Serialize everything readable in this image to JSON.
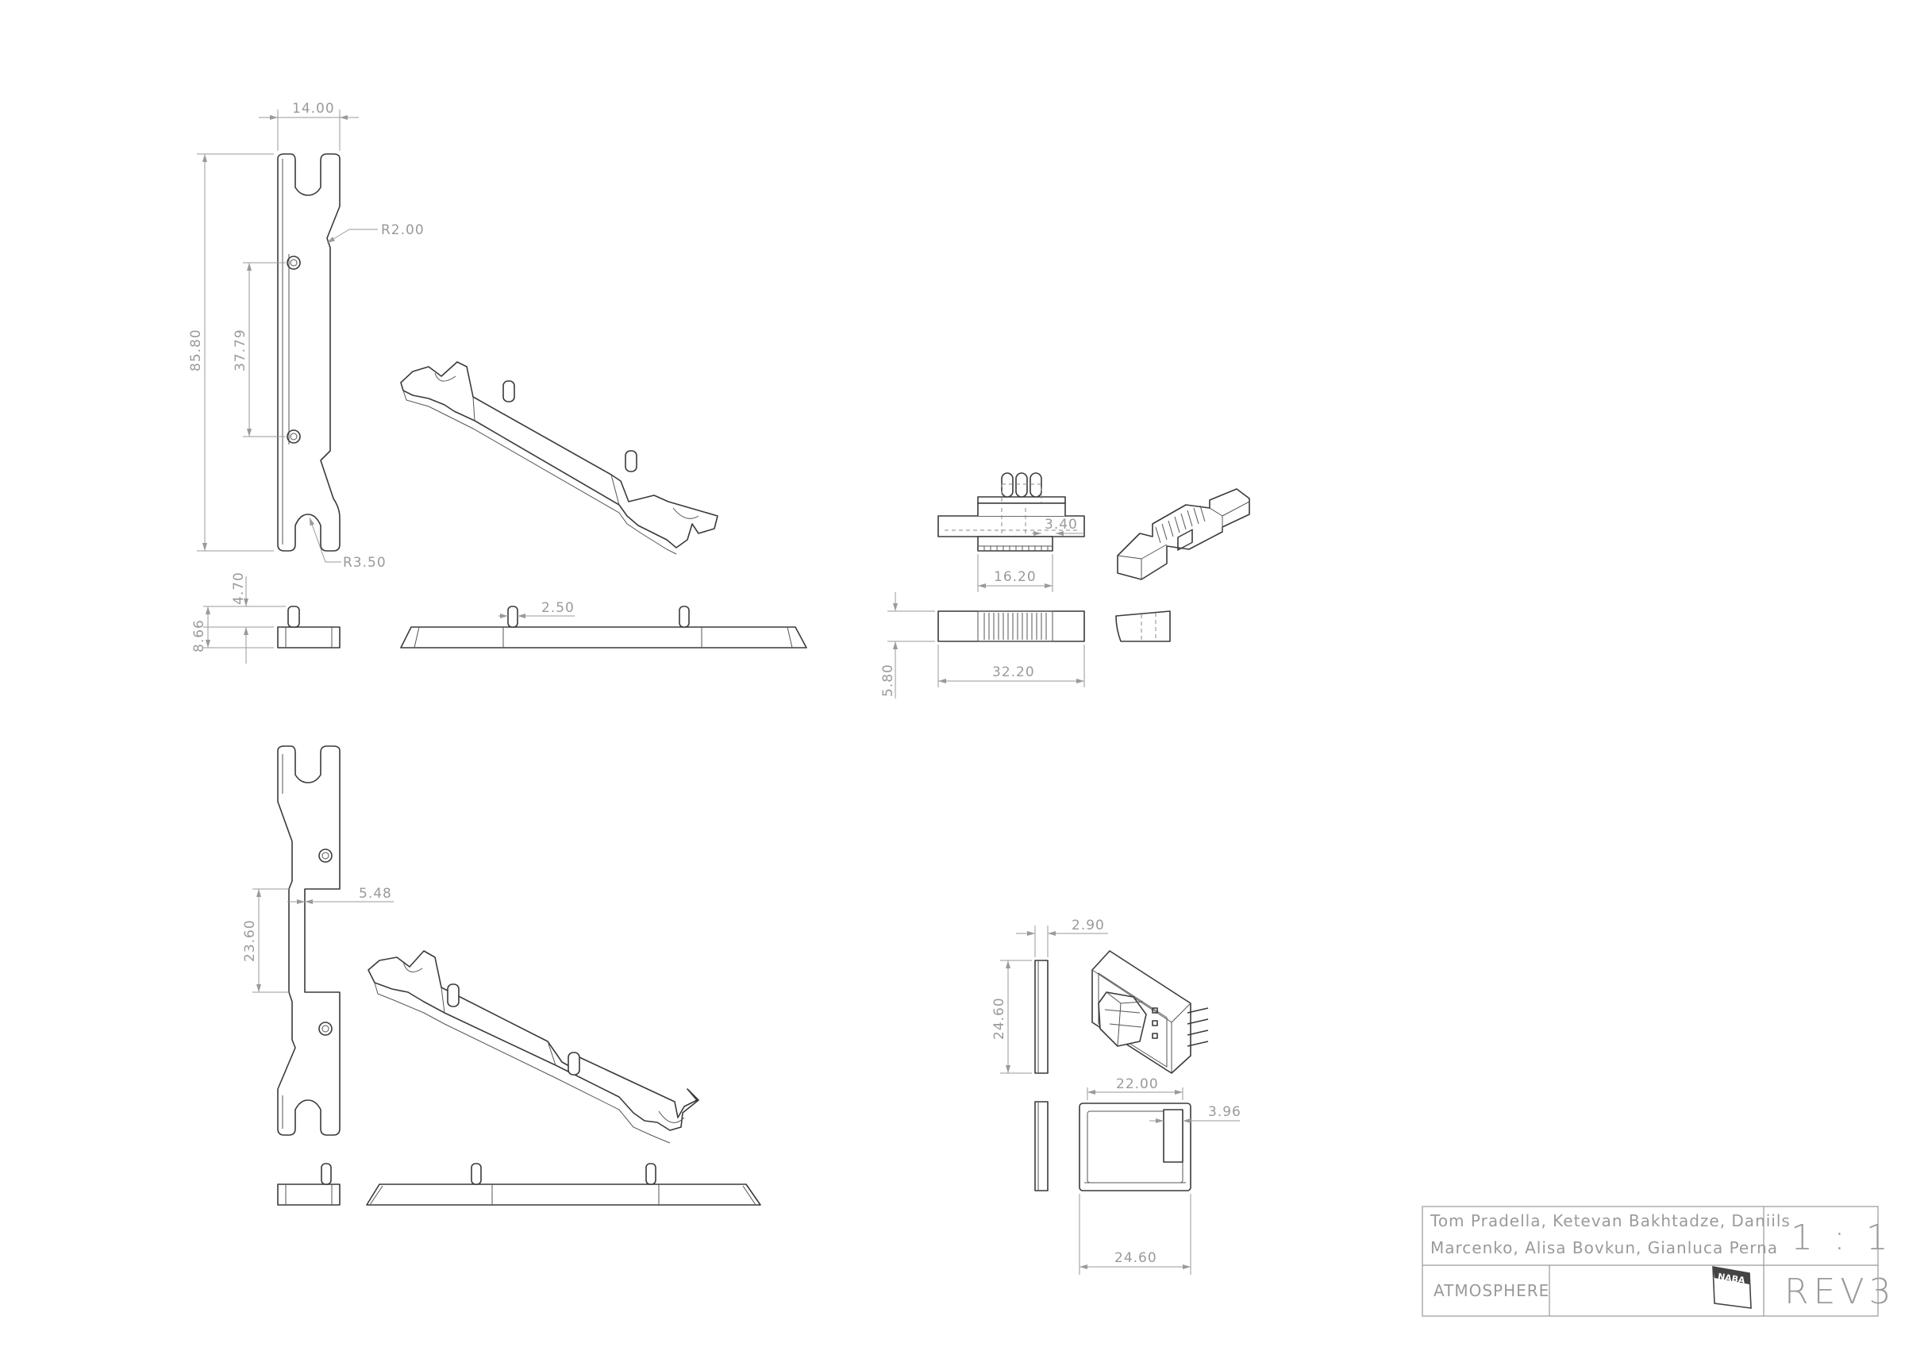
{
  "dimensions": {
    "d_width_top": "14.00",
    "d_height_total": "85.80",
    "d_hole_spacing": "37.79",
    "d_radius_top": "R2.00",
    "d_radius_bottom": "R3.50",
    "d_pin_height": "4.70",
    "d_side_height": "8.66",
    "d_pin_width": "2.50",
    "d_offset": "5.48",
    "d_hole_spacing_2": "23.60",
    "d_clip_width": "3.40",
    "d_clip_inner": "16.20",
    "d_clip_length": "32.20",
    "d_clip_height": "5.80",
    "d_frame_thickness": "2.90",
    "d_frame_height": "24.60",
    "d_frame_inner": "22.00",
    "d_frame_depth": "3.96",
    "d_frame_width": "24.60"
  },
  "title_block": {
    "authors_line1": "Tom Pradella, Ketevan Bakhtadze, Daniils",
    "authors_line2": "Marcenko, Alisa Bovkun, Gianluca Perna",
    "scale": "1 : 1",
    "project": "ATMOSPHERE",
    "logo_text": "NABA",
    "revision": "REV3"
  }
}
